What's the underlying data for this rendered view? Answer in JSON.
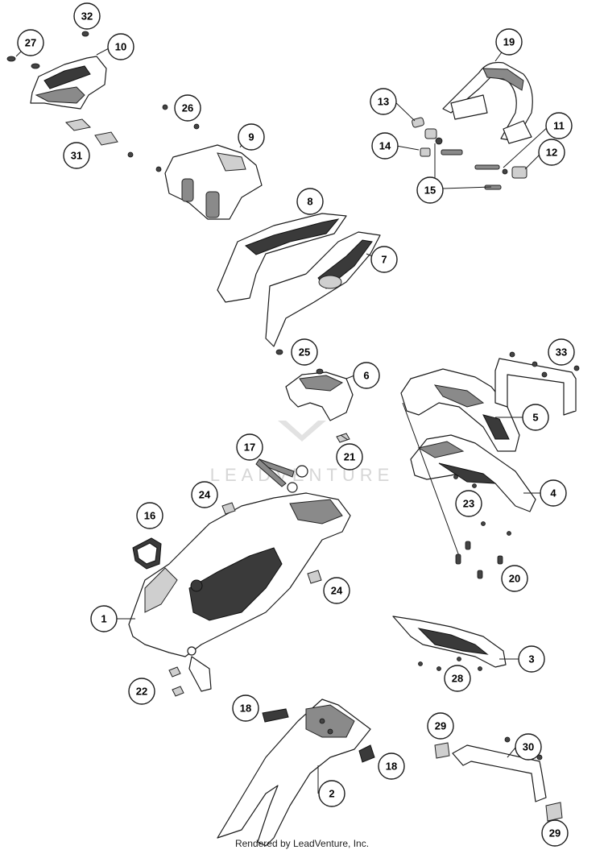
{
  "watermark": {
    "text": "LEADVENTURE"
  },
  "footer": {
    "text": "Rendered by LeadVenture, Inc."
  },
  "callouts": {
    "c1": "1",
    "c2": "2",
    "c3": "3",
    "c4": "4",
    "c5": "5",
    "c6": "6",
    "c7": "7",
    "c8": "8",
    "c9": "9",
    "c10": "10",
    "c11": "11",
    "c12": "12",
    "c13": "13",
    "c14": "14",
    "c15": "15",
    "c16": "16",
    "c17": "17",
    "c18a": "18",
    "c18b": "18",
    "c19": "19",
    "c20": "20",
    "c21": "21",
    "c22": "22",
    "c23": "23",
    "c24a": "24",
    "c24b": "24",
    "c25": "25",
    "c26": "26",
    "c27": "27",
    "c28": "28",
    "c29a": "29",
    "c29b": "29",
    "c30": "30",
    "c31": "31",
    "c32": "32",
    "c33": "33"
  }
}
